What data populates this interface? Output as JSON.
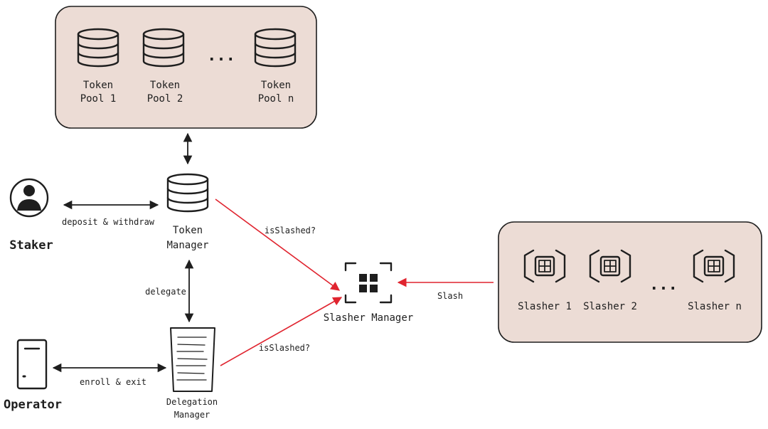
{
  "token_pools": {
    "pool_1": [
      "Token",
      "Pool 1"
    ],
    "pool_2": [
      "Token",
      "Pool 2"
    ],
    "ellipsis": "...",
    "pool_n": [
      "Token",
      "Pool n"
    ]
  },
  "token_manager": [
    "Token",
    "Manager"
  ],
  "staker": "Staker",
  "operator": "Operator",
  "delegation_manager": [
    "Delegation",
    "Manager"
  ],
  "slasher_manager": "Slasher Manager",
  "slashers": {
    "slasher_1": "Slasher 1",
    "slasher_2": "Slasher 2",
    "ellipsis": "...",
    "slasher_n": "Slasher n"
  },
  "edges": {
    "deposit_withdraw": "deposit & withdraw",
    "delegate": "delegate",
    "enroll_exit": "enroll & exit",
    "is_slashed_top": "isSlashed?",
    "is_slashed_bottom": "isSlashed?",
    "slash": "Slash"
  },
  "colors": {
    "container_fill": "#ecdcd5",
    "container_stroke": "#1e1e1e",
    "arrow_red": "#e0242f",
    "arrow_black": "#1e1e1e"
  },
  "icons": {
    "database": "database-icon",
    "user": "user-avatar-icon",
    "server": "server-icon",
    "document": "document-icon",
    "slasher_manager": "grid-focus-icon",
    "slasher": "bracketed-grid-icon"
  }
}
